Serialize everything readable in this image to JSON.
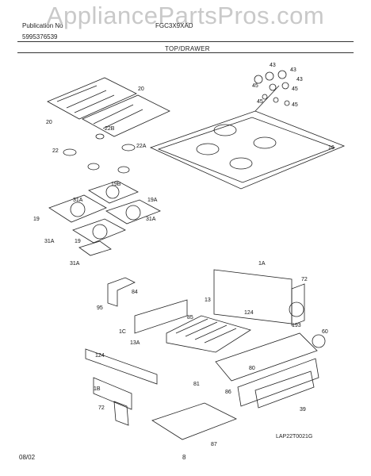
{
  "watermark": "AppliancePartsPros.com",
  "header": {
    "publication_label": "Publication No",
    "publication_number": "5995376539",
    "model": "FGC3X9XAD",
    "section_title": "TOP/DRAWER"
  },
  "footer": {
    "date": "08/02",
    "page": "8",
    "drawing_code": "LAP22T0021G"
  },
  "callouts": [
    "20",
    "20",
    "22B",
    "22",
    "22A",
    "16",
    "19B",
    "19A",
    "19",
    "31A",
    "31A",
    "31A",
    "19",
    "31A",
    "43",
    "43",
    "45",
    "45",
    "45",
    "45",
    "43",
    "1A",
    "72",
    "95",
    "84",
    "1C",
    "13",
    "124",
    "85",
    "13A",
    "124",
    "193",
    "60",
    "80",
    "1B",
    "81",
    "86",
    "39",
    "72",
    "87"
  ]
}
